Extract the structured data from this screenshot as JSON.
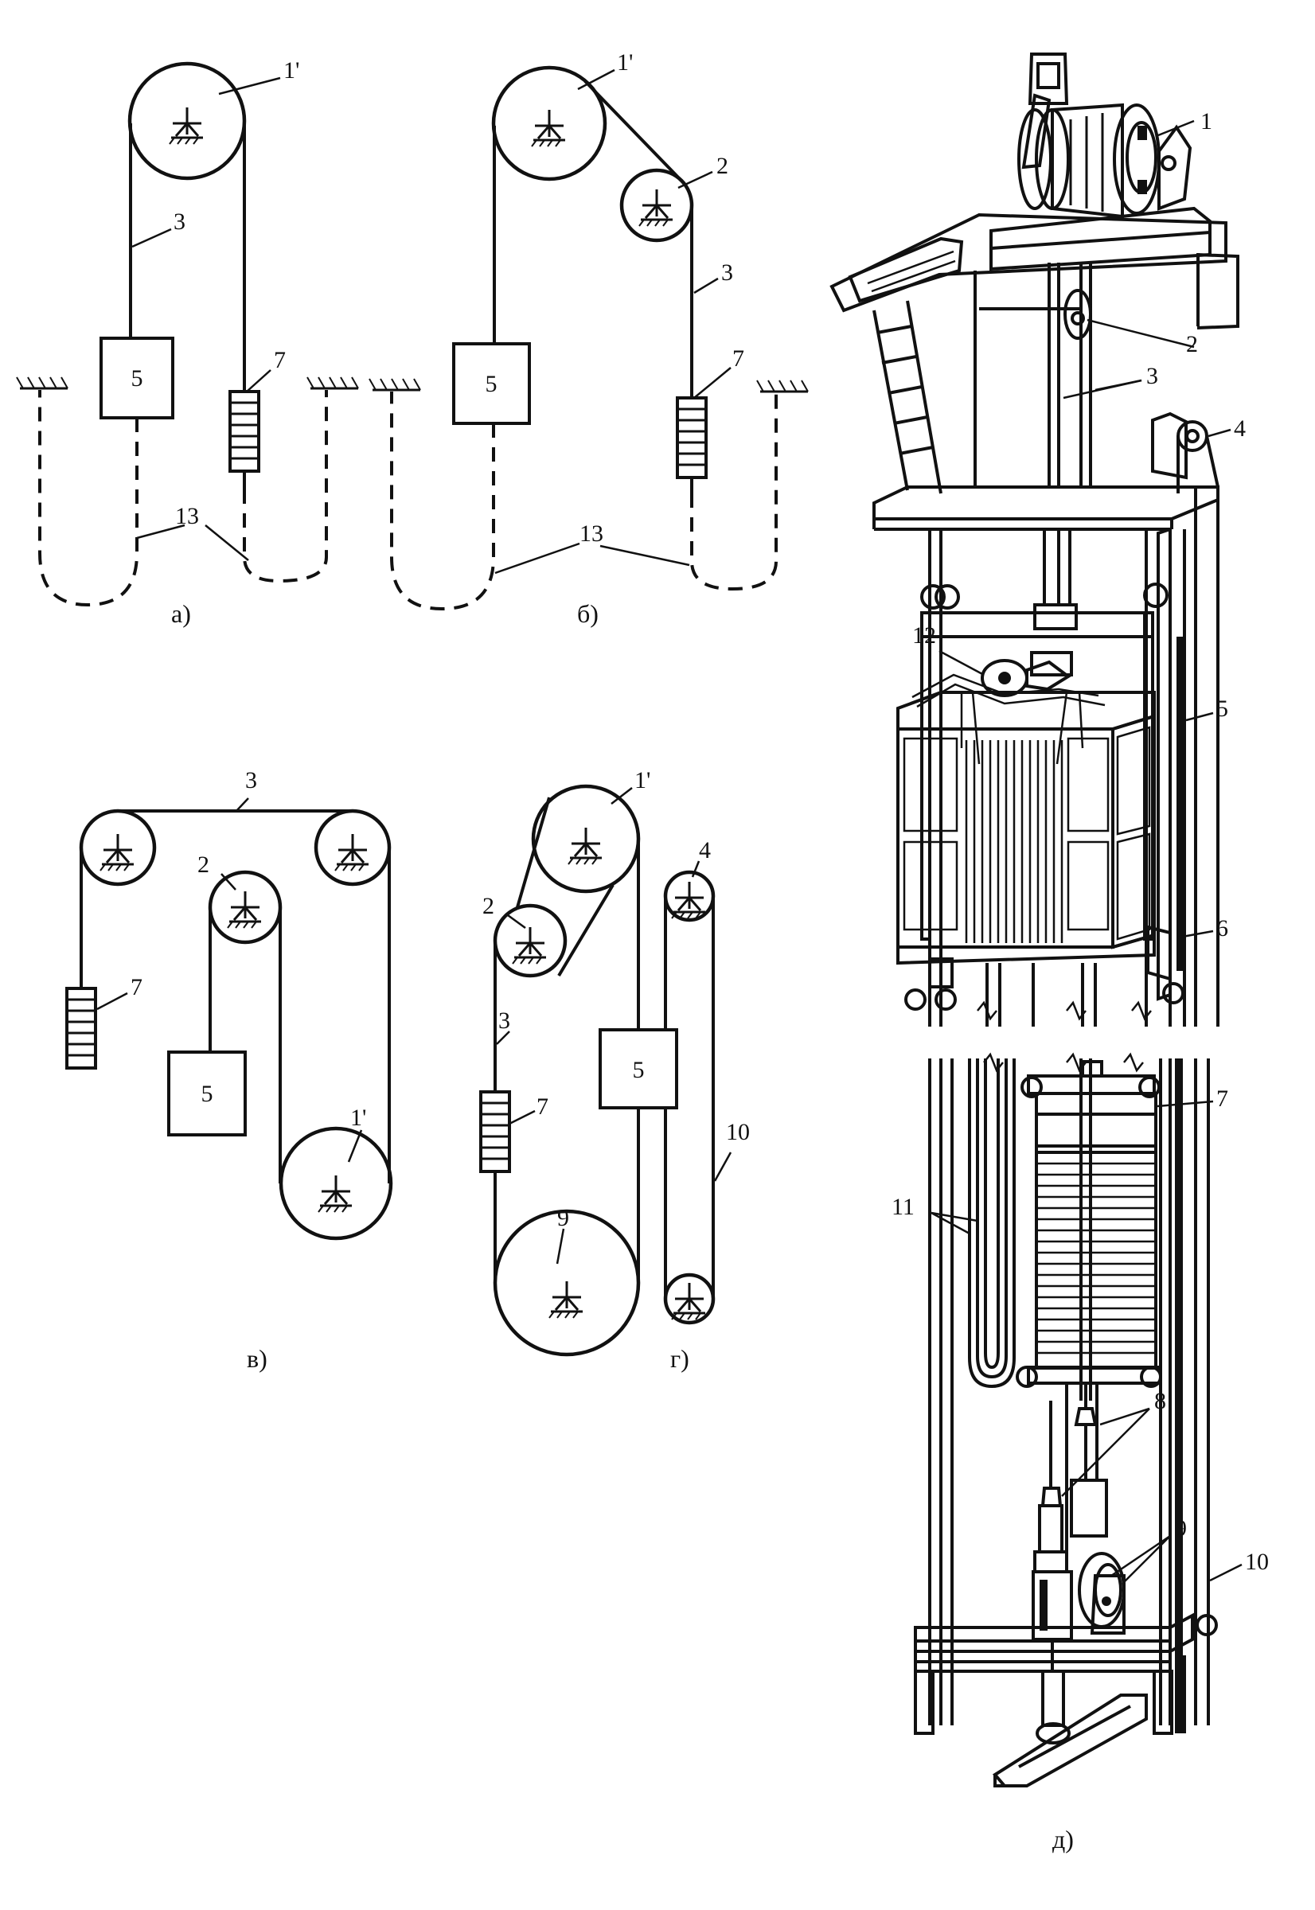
{
  "labels": {
    "drive_sheave": "1'",
    "winch": "1",
    "deflector": "2",
    "rope": "3",
    "governor": "4",
    "car": "5",
    "guides": "6",
    "counterweight": "7",
    "buffers": "8",
    "tension_pulley": "9",
    "governor_rope": "10",
    "cables": "11",
    "catcher": "12",
    "compensator": "13"
  },
  "captions": {
    "a": "а)",
    "b": "б)",
    "v": "в)",
    "g": "г)",
    "d": "д)"
  }
}
